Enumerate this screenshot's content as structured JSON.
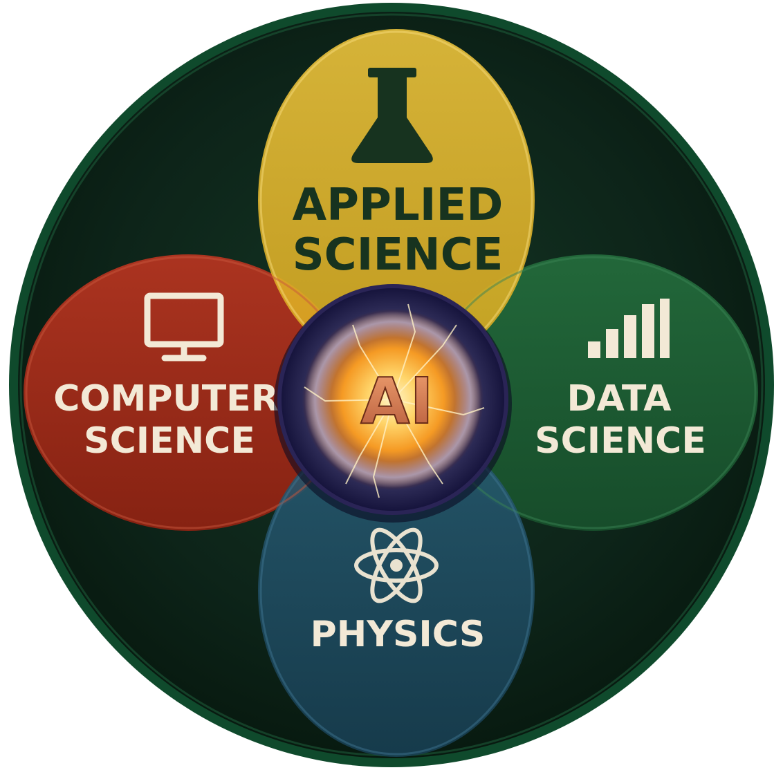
{
  "diagram": {
    "center": {
      "label": "AI"
    },
    "domains": [
      {
        "id": "applied-science",
        "lines": [
          "APPLIED",
          "SCIENCE"
        ],
        "icon": "flask-icon",
        "color": "#e6b92e"
      },
      {
        "id": "computer-science",
        "lines": [
          "COMPUTER",
          "SCIENCE"
        ],
        "icon": "monitor-icon",
        "color": "#9f2a18"
      },
      {
        "id": "data-science",
        "lines": [
          "DATA",
          "SCIENCE"
        ],
        "icon": "bar-chart-icon",
        "color": "#1c5b32"
      },
      {
        "id": "physics",
        "lines": [
          "PHYSICS"
        ],
        "icon": "atom-icon",
        "color": "#1f4d63"
      }
    ],
    "colors": {
      "background_disc": "#0c2317",
      "ring": "#0f4a2c",
      "center_glow": "#ffb430"
    }
  }
}
